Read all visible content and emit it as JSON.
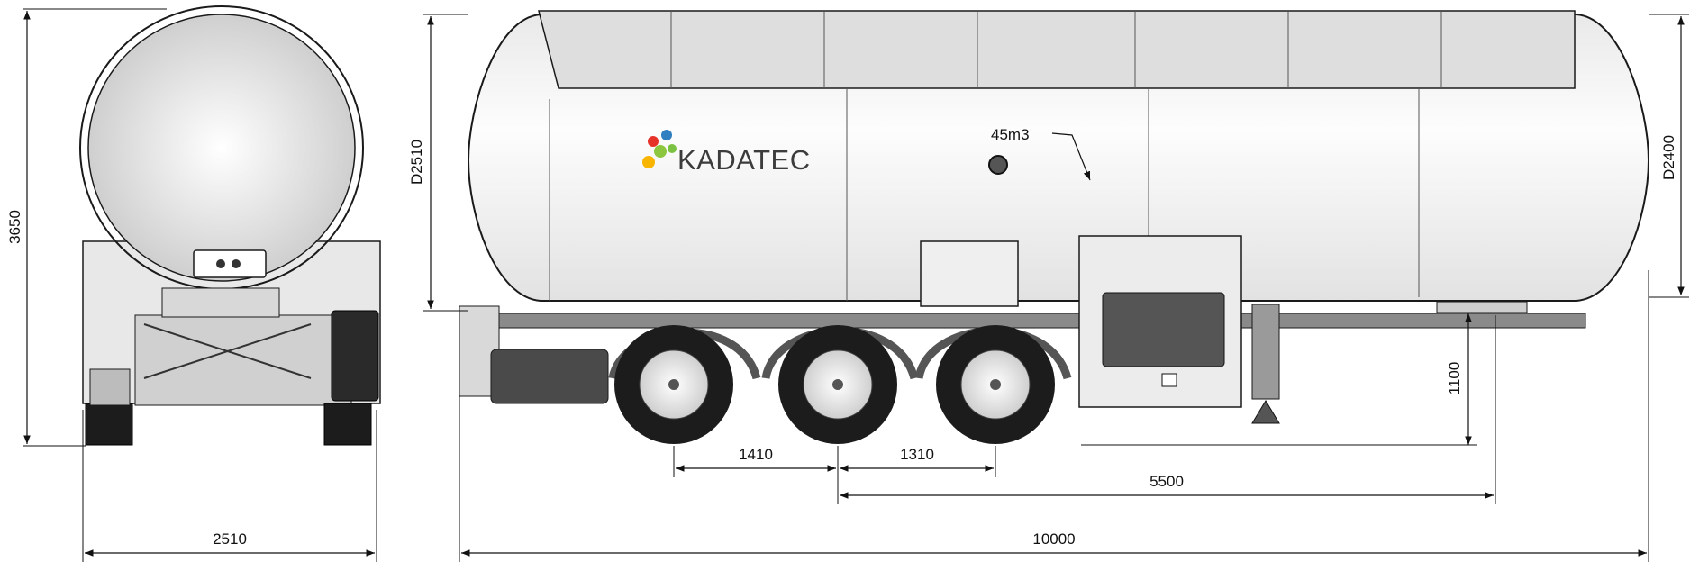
{
  "brand": {
    "logo_text": "KADATEC",
    "logo_colors": [
      "#e6332a",
      "#2f7fc1",
      "#8dc63f",
      "#f7b500",
      "#7cc242"
    ]
  },
  "tank": {
    "volume_label": "45m3"
  },
  "dimensions": {
    "rear_height": "3650",
    "rear_width": "2510",
    "tank_outer_diameter": "D2510",
    "tank_inner_diameter": "D2400",
    "coupling_height": "1100",
    "axle_spacing_1": "1410",
    "axle_spacing_2": "1310",
    "kingpin_to_axle": "5500",
    "overall_length": "10000"
  },
  "colors": {
    "line": "#1a1a1a",
    "tank_fill": "#f2f2f2",
    "frame": "#6b6b6b",
    "tire": "#1c1c1c"
  }
}
